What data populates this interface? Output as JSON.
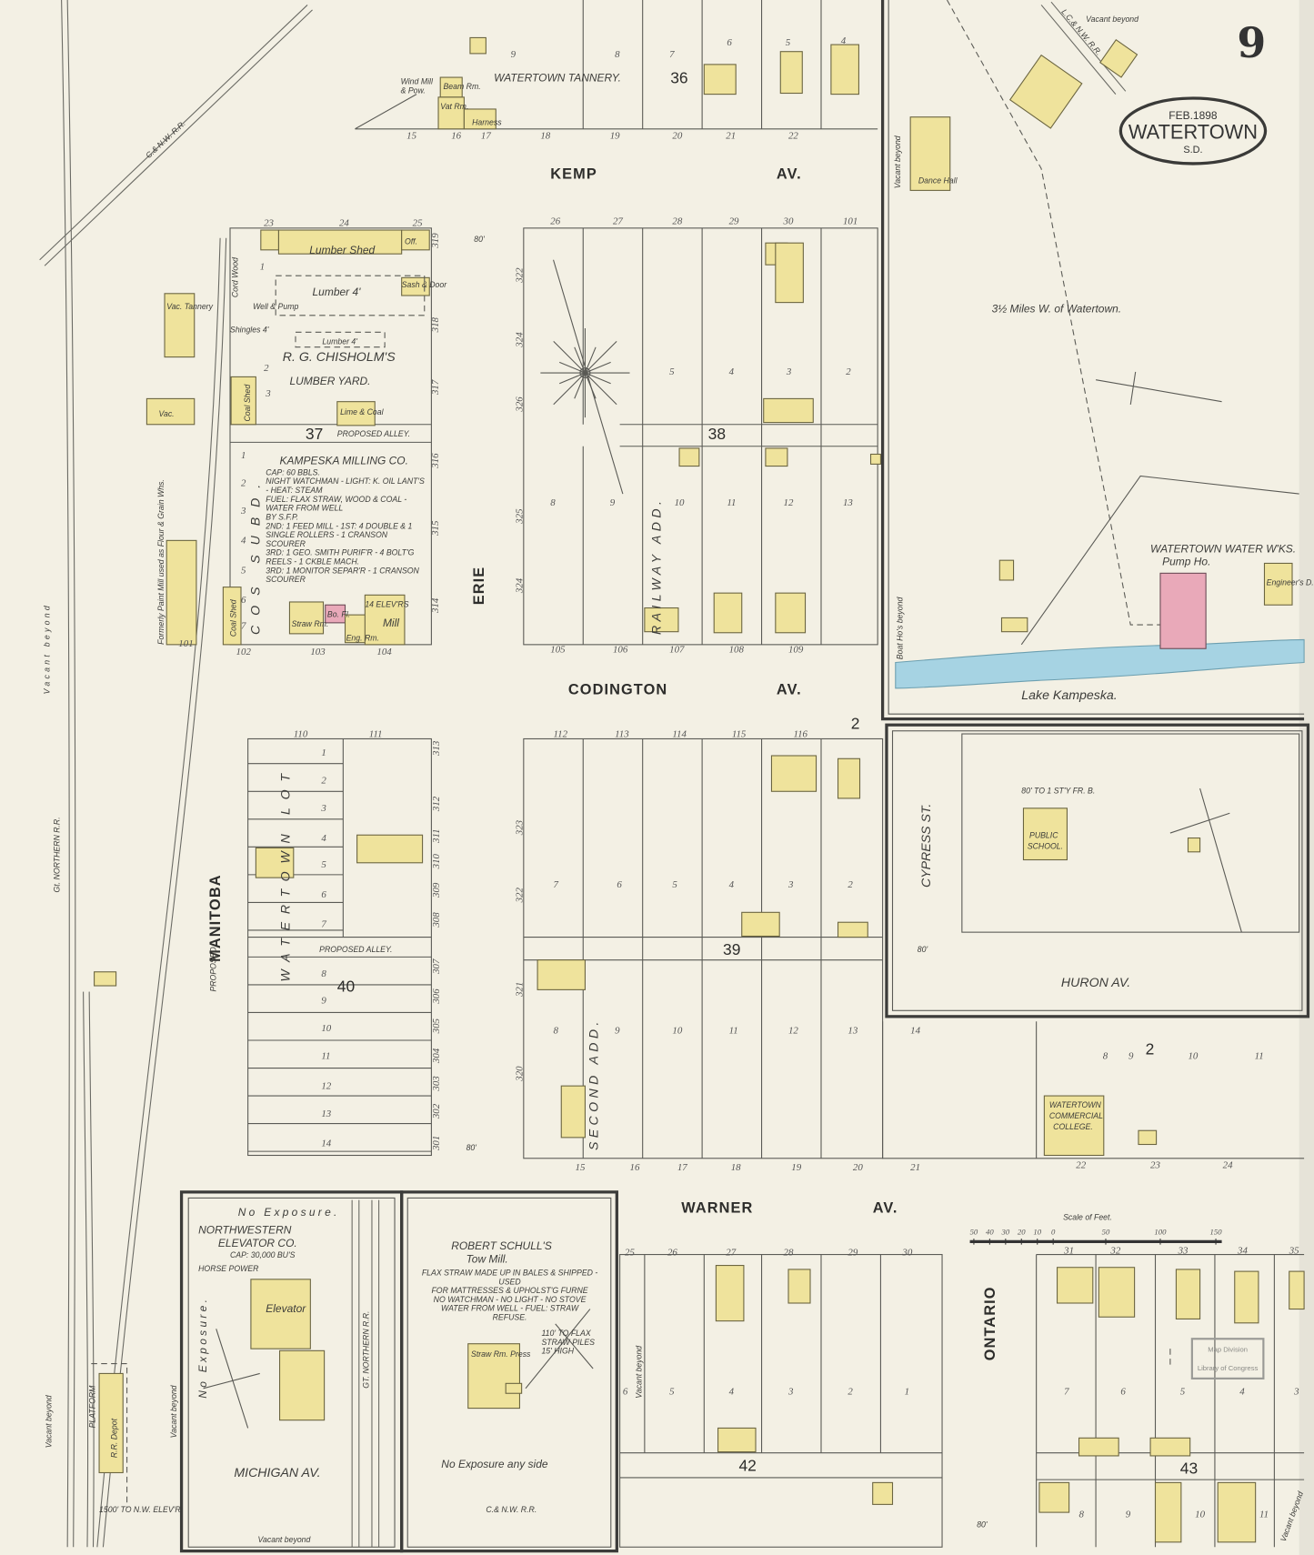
{
  "sheet": {
    "number": "9",
    "date": "FEB.1898",
    "city": "WATERTOWN",
    "state": "S.D."
  },
  "colors": {
    "paper": "#f3f0e4",
    "frame_building": "#efe39c",
    "brick_building": "#e9a9b9",
    "water": "#a6d3e3"
  },
  "streets": {
    "kemp": [
      "KEMP",
      "AV."
    ],
    "codington": [
      "CODINGTON",
      "AV."
    ],
    "warner": [
      "WARNER",
      "AV."
    ],
    "erie": "ERIE",
    "manitoba": "MANITOBA",
    "ontario": "ONTARIO",
    "cypress": "CYPRESS ST.",
    "huron": "HURON AV.",
    "michigan": "MICHIGAN AV.",
    "proposed": "PROPOSED",
    "waterdown_lot": "WATERTOWN LOT",
    "second_add": "SECOND ADD.",
    "railway_add": "RAILWAY ADD.",
    "cds_subd": "COS SUBD."
  },
  "railroads": {
    "cnw_top": "C.& N.W. R.R.",
    "gt_northern": "Gt. NORTHERN R.R.",
    "gt_northern_2": "GT. NORTHERN R.R.",
    "cnw_bottom": "C.& N.W. R.R.",
    "lcnw": "L.C.& N.W. R.R."
  },
  "blocks": {
    "b36": "36",
    "b37": "37",
    "b38": "38",
    "b39": "39",
    "b40": "40",
    "b42": "42",
    "b43": "43",
    "b2a": "2",
    "b2b": "2"
  },
  "alleys": {
    "proposed": "PROPOSED ALLEY."
  },
  "places": {
    "tannery": "WATERTOWN TANNERY.",
    "tannery_rooms": {
      "beam": "Beam Rm.",
      "vat": "Vat Rm.",
      "harness": "Harness",
      "wind": "Wind Mill & Pow."
    },
    "lumber_yard": [
      "R. G. CHISHOLM'S",
      "LUMBER YARD."
    ],
    "lumber_labels": {
      "shed": "Lumber Shed",
      "lumber1": "Lumber 4'",
      "lumber2": "Lumber 4'",
      "off": "Off.",
      "sash": "Sash & Door",
      "coal": "Coal Shed",
      "lime": "Lime & Coal",
      "cord": "Cord Wood",
      "well": "Well & Pump",
      "shingles": "Shingles 4'",
      "coal2": "Coal Shed"
    },
    "milling": {
      "name": "KAMPESKA MILLING CO.",
      "notes": [
        "CAP: 60 BBLS.",
        "NIGHT WATCHMAN - LIGHT: K. OIL LANT'S - HEAT: STEAM",
        "FUEL: FLAX STRAW, WOOD & COAL - WATER FROM WELL",
        "BY S.F.P.",
        "2ND: 1 FEED MILL - 1ST: 4 DOUBLE & 1 SINGLE ROLLERS - 1 CRANSON SCOURER",
        "3RD: 1 GEO. SMITH PURIF'R - 4 BOLT'G REELS - 1 CKBLE MACH.",
        "3RD: 1 MONITOR SEPAR'R - 1 CRANSON SCOURER"
      ],
      "rooms": {
        "straw": "Straw Rm.",
        "boiler": "Bo. Fl.",
        "mill": "Mill",
        "elev": "14 ELEV'RS",
        "eng": "Eng. Rm."
      }
    },
    "vac_tannery": "Vac. Tannery",
    "vac": "Vac.",
    "paint_mill": "Formerly Paint Mill used as Flour & Grain Whs.",
    "dance_hall": "Dance Hall",
    "miles_note": "3½ Miles W. of Watertown.",
    "water_works": [
      "WATERTOWN WATER W'KS.",
      "Pump Ho."
    ],
    "engineers": "Engineer's D.",
    "lake": "Lake Kampeska.",
    "boat_house": "Boat Ho's beyond",
    "public_school": [
      "PUBLIC",
      "SCHOOL."
    ],
    "school_note": "80' TO 1 ST'Y FR. B.",
    "college": [
      "WATERTOWN",
      "COMMERCIAL",
      "COLLEGE."
    ],
    "elevator": {
      "name": [
        "NORTHWESTERN",
        "ELEVATOR CO."
      ],
      "cap": "CAP: 30,000 BU'S",
      "power": "HORSE POWER",
      "label": "Elevator",
      "no_exposure": "No Exposure.",
      "no_exposure_side": "No Exposure.",
      "vacant": "Vacant beyond"
    },
    "tow_mill": {
      "name": [
        "ROBERT SCHULL'S",
        "Tow Mill."
      ],
      "notes": [
        "FLAX STRAW MADE UP IN BALES & SHIPPED - USED",
        "FOR MATTRESSES & UPHOLST'G FURNE",
        "NO WATCHMAN - NO LIGHT - NO STOVE",
        "WATER FROM WELL - FUEL: STRAW",
        "REFUSE."
      ],
      "room": "Straw Rm. Press",
      "piles": "110' TO FLAX STRAW PILES 15' HIGH",
      "no_exposure": "No Exposure any side"
    },
    "depot": "R.R. Depot",
    "platform": "PLATFORM",
    "nw_elev": "1500' TO N.W. ELEV'R",
    "stamp": [
      "Map Division",
      "Library of Congress"
    ]
  },
  "vacant": {
    "top": "Vacant beyond",
    "left1": "Vacant beyond",
    "left2": "Vacant beyond",
    "left3": "Vacant beyond",
    "mid": "Vacant beyond",
    "right": "Vacant beyond",
    "bottom": "Vacant beyond"
  },
  "widths": {
    "w80": "80'"
  },
  "scale": {
    "label": "Scale of Feet.",
    "ticks": [
      "50",
      "40",
      "30",
      "20",
      "10",
      "0",
      "50",
      "100",
      "150"
    ]
  },
  "lots": {
    "top": [
      "15",
      "16",
      "17",
      "18",
      "19",
      "20",
      "21",
      "22",
      "9",
      "8",
      "7",
      "6",
      "5",
      "4"
    ],
    "b38_top": [
      "26",
      "27",
      "28",
      "29",
      "30",
      "101"
    ],
    "b38_mid": [
      "5",
      "4",
      "3",
      "2"
    ],
    "b38_low": [
      "8",
      "9",
      "10",
      "11",
      "12",
      "13"
    ],
    "b38_bot": [
      "105",
      "106",
      "107",
      "108",
      "109"
    ],
    "b37": [
      "23",
      "24",
      "25",
      "1",
      "2",
      "3",
      "101",
      "102",
      "103",
      "104",
      "1",
      "2",
      "3",
      "4",
      "5",
      "6",
      "7"
    ],
    "b40": [
      "110",
      "111",
      "1",
      "2",
      "3",
      "4",
      "5",
      "6",
      "7",
      "8",
      "9",
      "10",
      "11",
      "12",
      "13",
      "14"
    ],
    "b39_top": [
      "112",
      "113",
      "114",
      "115",
      "116"
    ],
    "b39_mid": [
      "7",
      "6",
      "5",
      "4",
      "3",
      "2"
    ],
    "b39_low": [
      "8",
      "9",
      "10",
      "11",
      "12",
      "13",
      "14"
    ],
    "b39_bot": [
      "15",
      "16",
      "17",
      "18",
      "19",
      "20",
      "21"
    ],
    "b2": [
      "8",
      "9",
      "10",
      "11",
      "22",
      "23",
      "24"
    ],
    "b42_top": [
      "25",
      "26",
      "27",
      "28",
      "29",
      "30"
    ],
    "b42_mid": [
      "6",
      "5",
      "4",
      "3",
      "2",
      "1"
    ],
    "b43_top": [
      "31",
      "32",
      "33",
      "34",
      "35"
    ],
    "b43_mid": [
      "7",
      "6",
      "5",
      "4",
      "3"
    ],
    "b43_bot": [
      "8",
      "9",
      "10",
      "11"
    ],
    "addr_a": [
      "319",
      "318",
      "317",
      "316",
      "315",
      "314"
    ],
    "addr_b": [
      "313",
      "312",
      "311",
      "310",
      "309",
      "308",
      "307",
      "306",
      "305",
      "304",
      "303",
      "302",
      "301"
    ],
    "addr_c": [
      "322",
      "324",
      "326",
      "325",
      "324"
    ],
    "addr_d": [
      "323",
      "322",
      "321",
      "320"
    ]
  }
}
